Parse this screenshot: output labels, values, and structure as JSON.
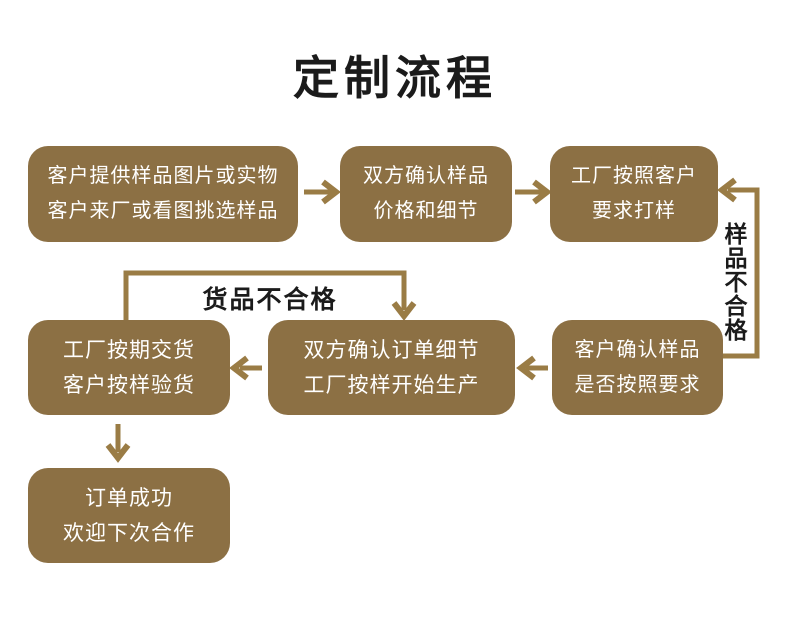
{
  "title": "定制流程",
  "colors": {
    "box_fill": "#8C7044",
    "connector": "#9A7C45",
    "box_text": "#FFFFFF",
    "label_text": "#1B1B1B",
    "background": "#FFFFFF"
  },
  "flow": {
    "steps": [
      {
        "lines": [
          "客户提供样品图片或实物",
          "客户来厂或看图挑选样品"
        ]
      },
      {
        "lines": [
          "双方确认样品",
          "价格和细节"
        ]
      },
      {
        "lines": [
          "工厂按照客户",
          "要求打样"
        ]
      },
      {
        "lines": [
          "客户确认样品",
          "是否按照要求"
        ]
      },
      {
        "lines": [
          "双方确认订单细节",
          "工厂按样开始生产"
        ]
      },
      {
        "lines": [
          "工厂按期交货",
          "客户按样验货"
        ]
      },
      {
        "lines": [
          "订单成功",
          "欢迎下次合作"
        ]
      }
    ],
    "feedback_labels": {
      "sample_fail": "样品不合格",
      "goods_fail": "货品不合格"
    }
  }
}
